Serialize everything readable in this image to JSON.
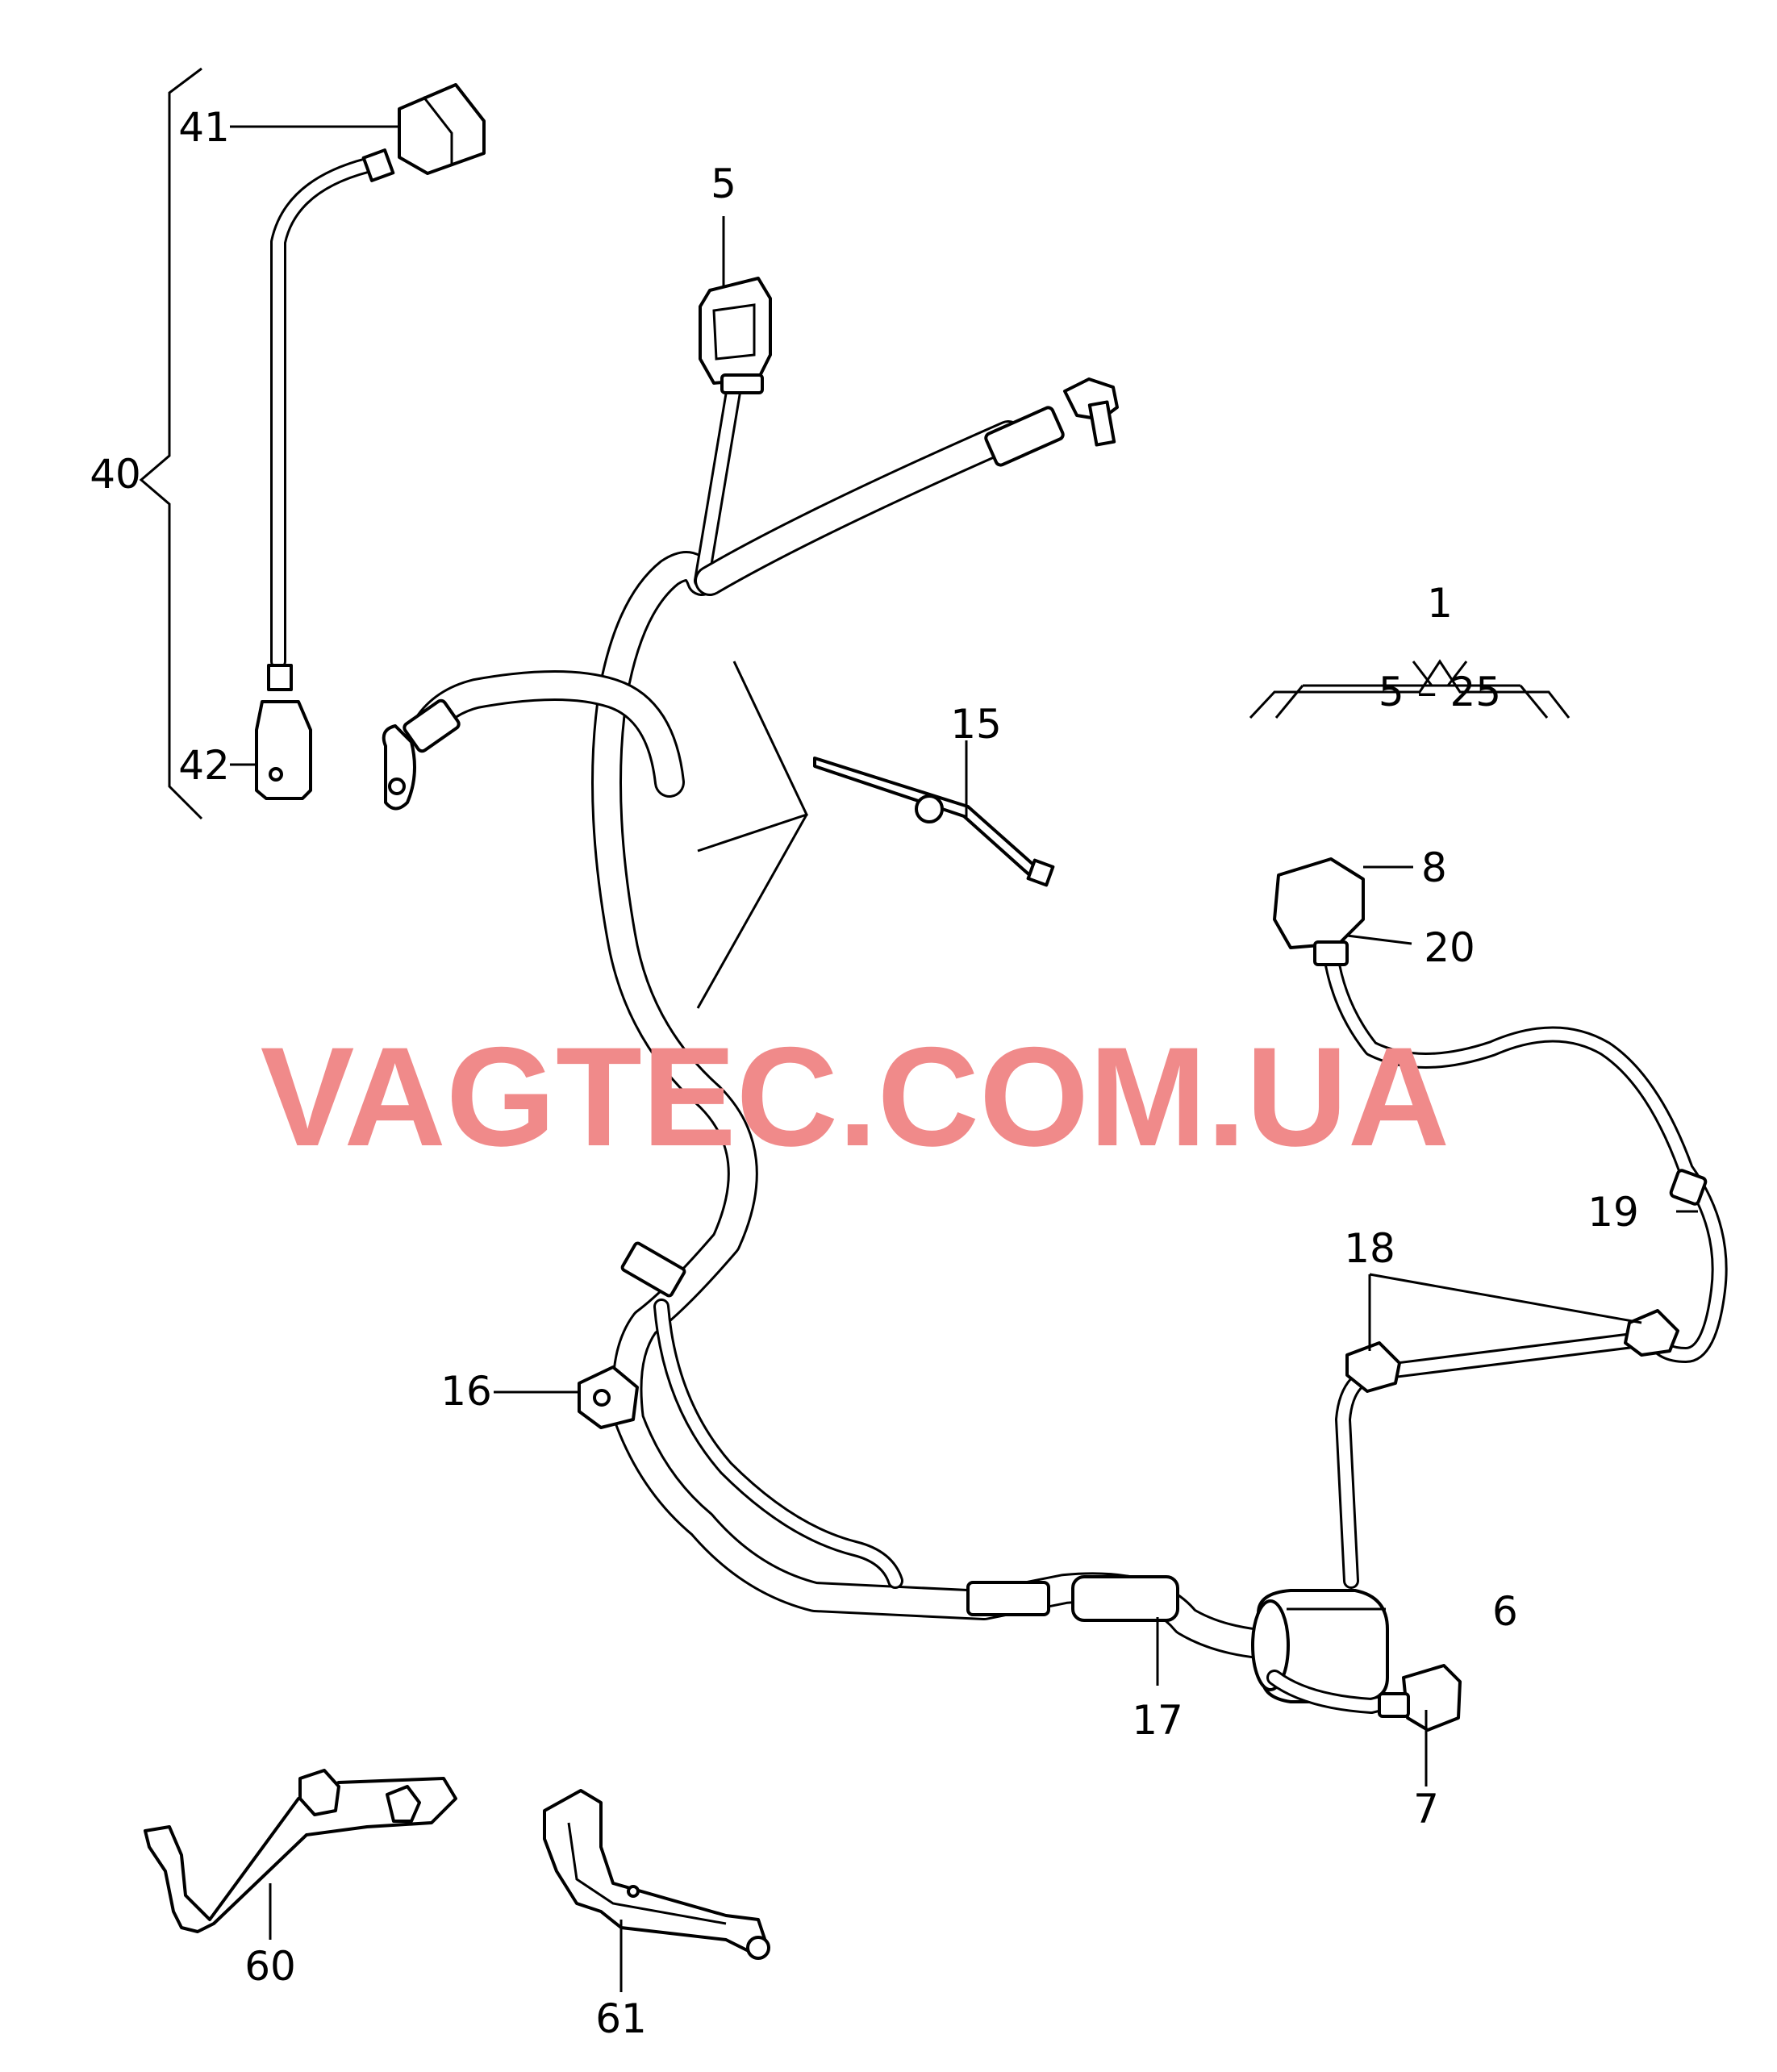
{
  "watermark": "VAGTEC.COM.UA",
  "callouts": {
    "c1": "1",
    "c1_range": "5 – 25",
    "c5": "5",
    "c6": "6",
    "c7": "7",
    "c8": "8",
    "c15": "15",
    "c16": "16",
    "c17": "17",
    "c18": "18",
    "c19": "19",
    "c20": "20",
    "c40": "40",
    "c41": "41",
    "c42": "42",
    "c60": "60",
    "c61": "61"
  }
}
